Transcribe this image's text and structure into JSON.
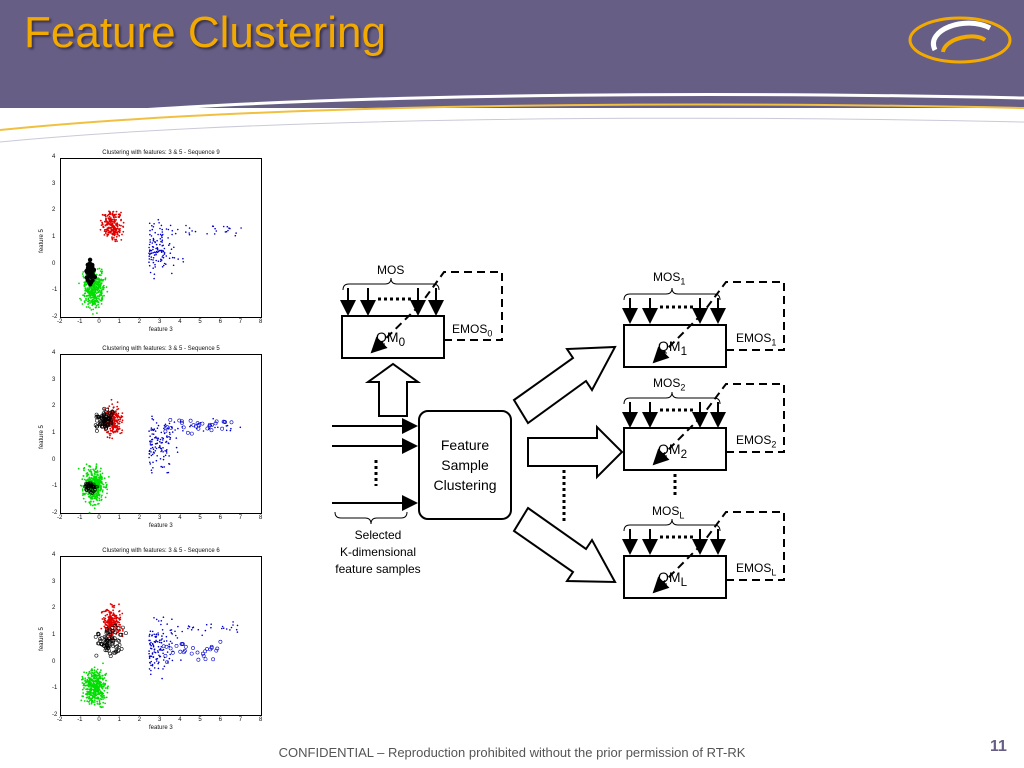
{
  "slide": {
    "title": "Feature Clustering",
    "footer": "CONFIDENTIAL – Reproduction prohibited without the prior permission of RT-RK",
    "page_number": "11",
    "colors": {
      "header": "#675e86",
      "title": "#f2a900",
      "red": "#e00000",
      "blue": "#0000cc",
      "green": "#00dd00",
      "black": "#000000"
    }
  },
  "plots": [
    {
      "title": "Clustering with features: 3 & 5 - Sequence 9",
      "xlabel": "feature 3",
      "ylabel": "feature 5",
      "xticks": [
        "-2",
        "-1",
        "0",
        "1",
        "2",
        "3",
        "4",
        "5",
        "6",
        "7",
        "8"
      ],
      "yticks": [
        "4",
        "3",
        "2",
        "1",
        "0",
        "-1",
        "-2"
      ]
    },
    {
      "title": "Clustering with features: 3 & 5 - Sequence 5",
      "xlabel": "feature 3",
      "ylabel": "feature 5",
      "xticks": [
        "-2",
        "-1",
        "0",
        "1",
        "2",
        "3",
        "4",
        "5",
        "6",
        "7",
        "8"
      ],
      "yticks": [
        "4",
        "3",
        "2",
        "1",
        "0",
        "-1",
        "-2"
      ]
    },
    {
      "title": "Clustering with features: 3 & 5 - Sequence 6",
      "xlabel": "feature 3",
      "ylabel": "feature 5",
      "xticks": [
        "-2",
        "-1",
        "0",
        "1",
        "2",
        "3",
        "4",
        "5",
        "6",
        "7",
        "8"
      ],
      "yticks": [
        "4",
        "3",
        "2",
        "1",
        "0",
        "-1",
        "-2"
      ]
    }
  ],
  "diagram": {
    "mos0": "MOS",
    "qm0": {
      "main": "QM",
      "sub": "0"
    },
    "emos0": {
      "main": "EMOS",
      "sub": "0"
    },
    "mos1": {
      "main": "MOS",
      "sub": "1"
    },
    "qm1": {
      "main": "QM",
      "sub": "1"
    },
    "emos1": {
      "main": "EMOS",
      "sub": "1"
    },
    "mos2": {
      "main": "MOS",
      "sub": "2"
    },
    "qm2": {
      "main": "QM",
      "sub": "2"
    },
    "emos2": {
      "main": "EMOS",
      "sub": "2"
    },
    "mosL": {
      "main": "MOS",
      "sub": "L"
    },
    "qmL": {
      "main": "QM",
      "sub": "L"
    },
    "emosL": {
      "main": "EMOS",
      "sub": "L"
    },
    "fsc": [
      "Feature",
      "Sample",
      "Clustering"
    ],
    "selected": [
      "Selected",
      "K-dimensional",
      "feature samples"
    ]
  }
}
